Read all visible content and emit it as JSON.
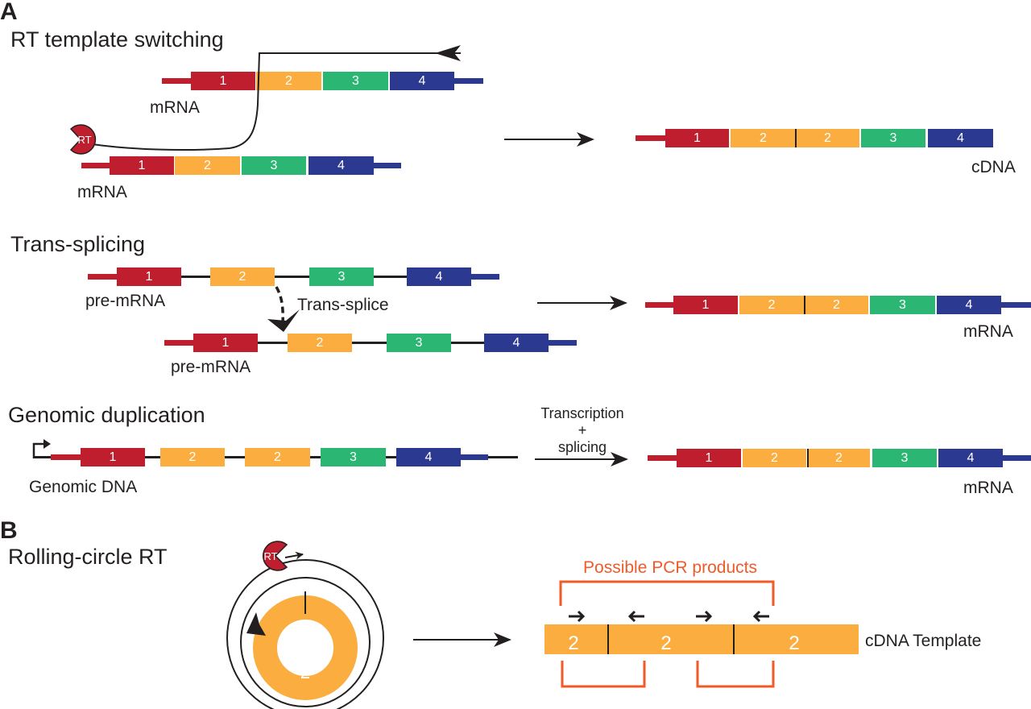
{
  "colors": {
    "exon1": "#be1e2d",
    "exon2": "#fbad3f",
    "exon3": "#2bb673",
    "exon4": "#2b3990",
    "line": "#231f20",
    "pcr": "#f15a29",
    "rt": "#be1e2d"
  },
  "panelA": {
    "letter": "A",
    "rt_template_switching": {
      "heading": "RT template switching",
      "top_molecule_label": "mRNA",
      "bottom_molecule_label": "mRNA",
      "enzyme_label": "RT",
      "product_label": "cDNA",
      "top_exons": [
        "1",
        "2",
        "3",
        "4"
      ],
      "bottom_exons": [
        "1",
        "2",
        "3",
        "4"
      ],
      "product_exons": [
        "1",
        "2",
        "2",
        "3",
        "4"
      ]
    },
    "trans_splicing": {
      "heading": "Trans-splicing",
      "top_molecule_label": "pre-mRNA",
      "bottom_molecule_label": "pre-mRNA",
      "event_label": "Trans-splice",
      "product_label": "mRNA",
      "top_exons": [
        "1",
        "2",
        "3",
        "4"
      ],
      "bottom_exons": [
        "1",
        "2",
        "3",
        "4"
      ],
      "product_exons": [
        "1",
        "2",
        "2",
        "3",
        "4"
      ]
    },
    "genomic_duplication": {
      "heading": "Genomic duplication",
      "molecule_label": "Genomic DNA",
      "arrow_label_line1": "Transcription",
      "arrow_label_line2": "+",
      "arrow_label_line3": "splicing",
      "product_label": "mRNA",
      "genomic_exons": [
        "1",
        "2",
        "2",
        "3",
        "4"
      ],
      "product_exons": [
        "1",
        "2",
        "2",
        "3",
        "4"
      ]
    }
  },
  "panelB": {
    "letter": "B",
    "heading": "Rolling-circle RT",
    "enzyme_label": "RT",
    "circle_exon": "2",
    "pcr_label": "Possible PCR products",
    "template_label": "cDNA Template",
    "template_exons": [
      "2",
      "2",
      "2"
    ]
  }
}
